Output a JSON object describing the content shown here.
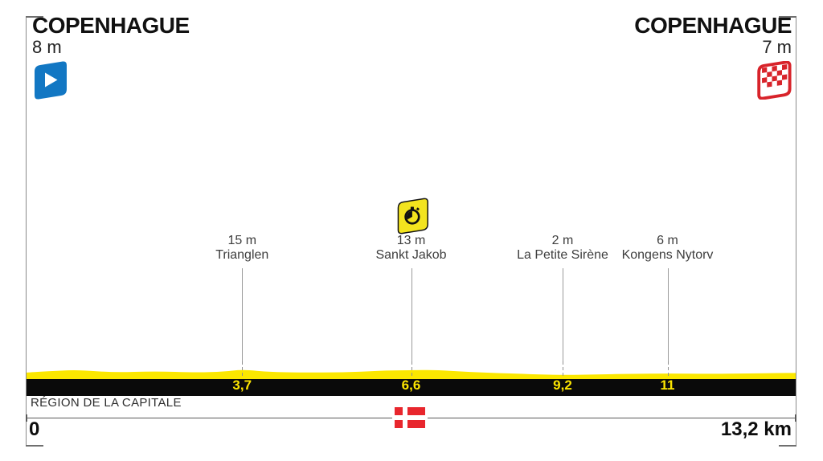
{
  "header": {
    "start": {
      "name": "COPENHAGUE",
      "elevation": "8 m"
    },
    "finish": {
      "name": "COPENHAGUE",
      "elevation": "7 m"
    }
  },
  "footer": {
    "region": "RÉGION DE LA CAPITALE",
    "axis_start_label": "0",
    "axis_end_label": "13,2 km"
  },
  "icons": {
    "start": "start-flag-icon",
    "finish": "checkered-finish-flag-icon",
    "timecheck": "stopwatch-flag-icon",
    "country": "denmark-flag-icon"
  },
  "colors": {
    "start_flag_blue": "#1277C3",
    "finish_flag_red": "#D8232A",
    "denmark_flag_red": "#E8262D",
    "profile_yellow": "#FBE700",
    "timecheck_flag_yellow": "#F3E41E",
    "profile_black": "#0A0A0A",
    "km_label_yellow": "#FCE500"
  },
  "chart_data": {
    "type": "area",
    "x_unit": "km",
    "y_unit": "m",
    "x_range": [
      0,
      13.2
    ],
    "grid": false,
    "start": {
      "name": "COPENHAGUE",
      "km": 0,
      "elevation_m": 8
    },
    "finish": {
      "name": "COPENHAGUE",
      "km": 13.2,
      "elevation_m": 7
    },
    "waypoints": [
      {
        "km": 3.7,
        "km_label": "3,7",
        "elevation": "15 m",
        "name": "Trianglen"
      },
      {
        "km": 6.6,
        "km_label": "6,6",
        "elevation": "13 m",
        "name": "Sankt Jakob",
        "icon": "stopwatch-flag-icon"
      },
      {
        "km": 9.2,
        "km_label": "9,2",
        "elevation": "2 m",
        "name": "La Petite Sirène"
      },
      {
        "km": 11,
        "km_label": "11",
        "elevation": "6 m",
        "name": "Kongens Nytorv"
      }
    ],
    "profile": {
      "km": [
        0,
        0.5,
        0.9,
        1.5,
        2.2,
        2.9,
        3.4,
        3.7,
        4.2,
        4.9,
        5.6,
        6.2,
        6.6,
        7.0,
        7.6,
        8.3,
        9.2,
        9.8,
        10.4,
        11.0,
        11.7,
        12.4,
        12.9,
        13.2
      ],
      "elevation_m": [
        8,
        12,
        14,
        8,
        11,
        8,
        10,
        15,
        9,
        8,
        9,
        13,
        13,
        14,
        9,
        6,
        2,
        4,
        5,
        6,
        5,
        6,
        7,
        7
      ]
    },
    "region_label": "RÉGION DE LA CAPITALE",
    "distance_label": "13,2 km"
  }
}
